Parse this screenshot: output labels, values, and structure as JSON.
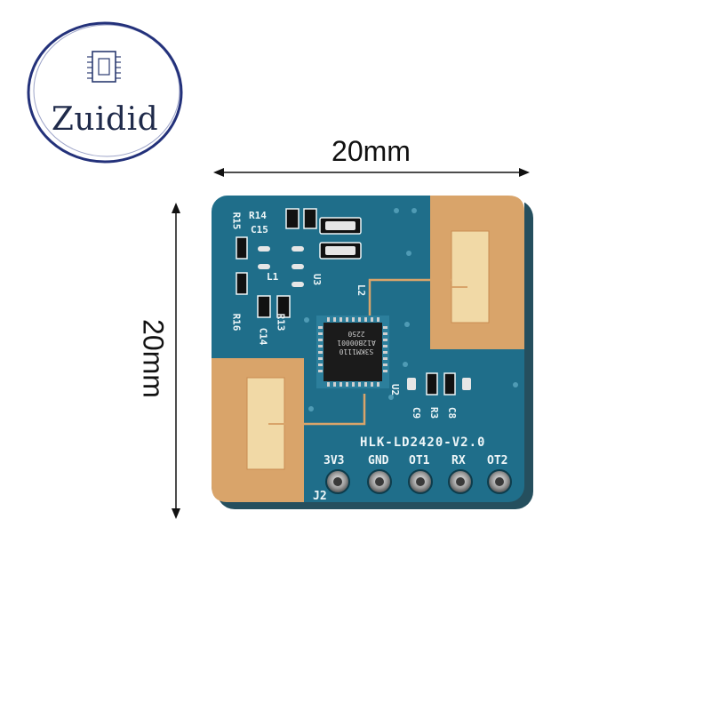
{
  "logo": {
    "brand": "Zuidid",
    "icon": "chip-icon",
    "ring_color": "#23317a"
  },
  "dimensions": {
    "width_label": "20mm",
    "height_label": "20mm"
  },
  "board": {
    "name": "HLK-LD2420-V2.0",
    "connector_label": "J2",
    "pins": [
      "3V3",
      "GND",
      "OT1",
      "RX",
      "OT2"
    ],
    "chip_marking": [
      "S3KM1110",
      "A12B00001",
      "2250"
    ],
    "component_refs": [
      "R14",
      "C15",
      "R15",
      "L1",
      "U3",
      "L2",
      "R16",
      "R13",
      "C14",
      "U2",
      "C9",
      "R3",
      "C8"
    ],
    "colors": {
      "substrate": "#1f6e8a",
      "antenna_pad": "#d9a46a",
      "chip": "#1b1b1b",
      "silkscreen": "#eef6f8"
    }
  }
}
